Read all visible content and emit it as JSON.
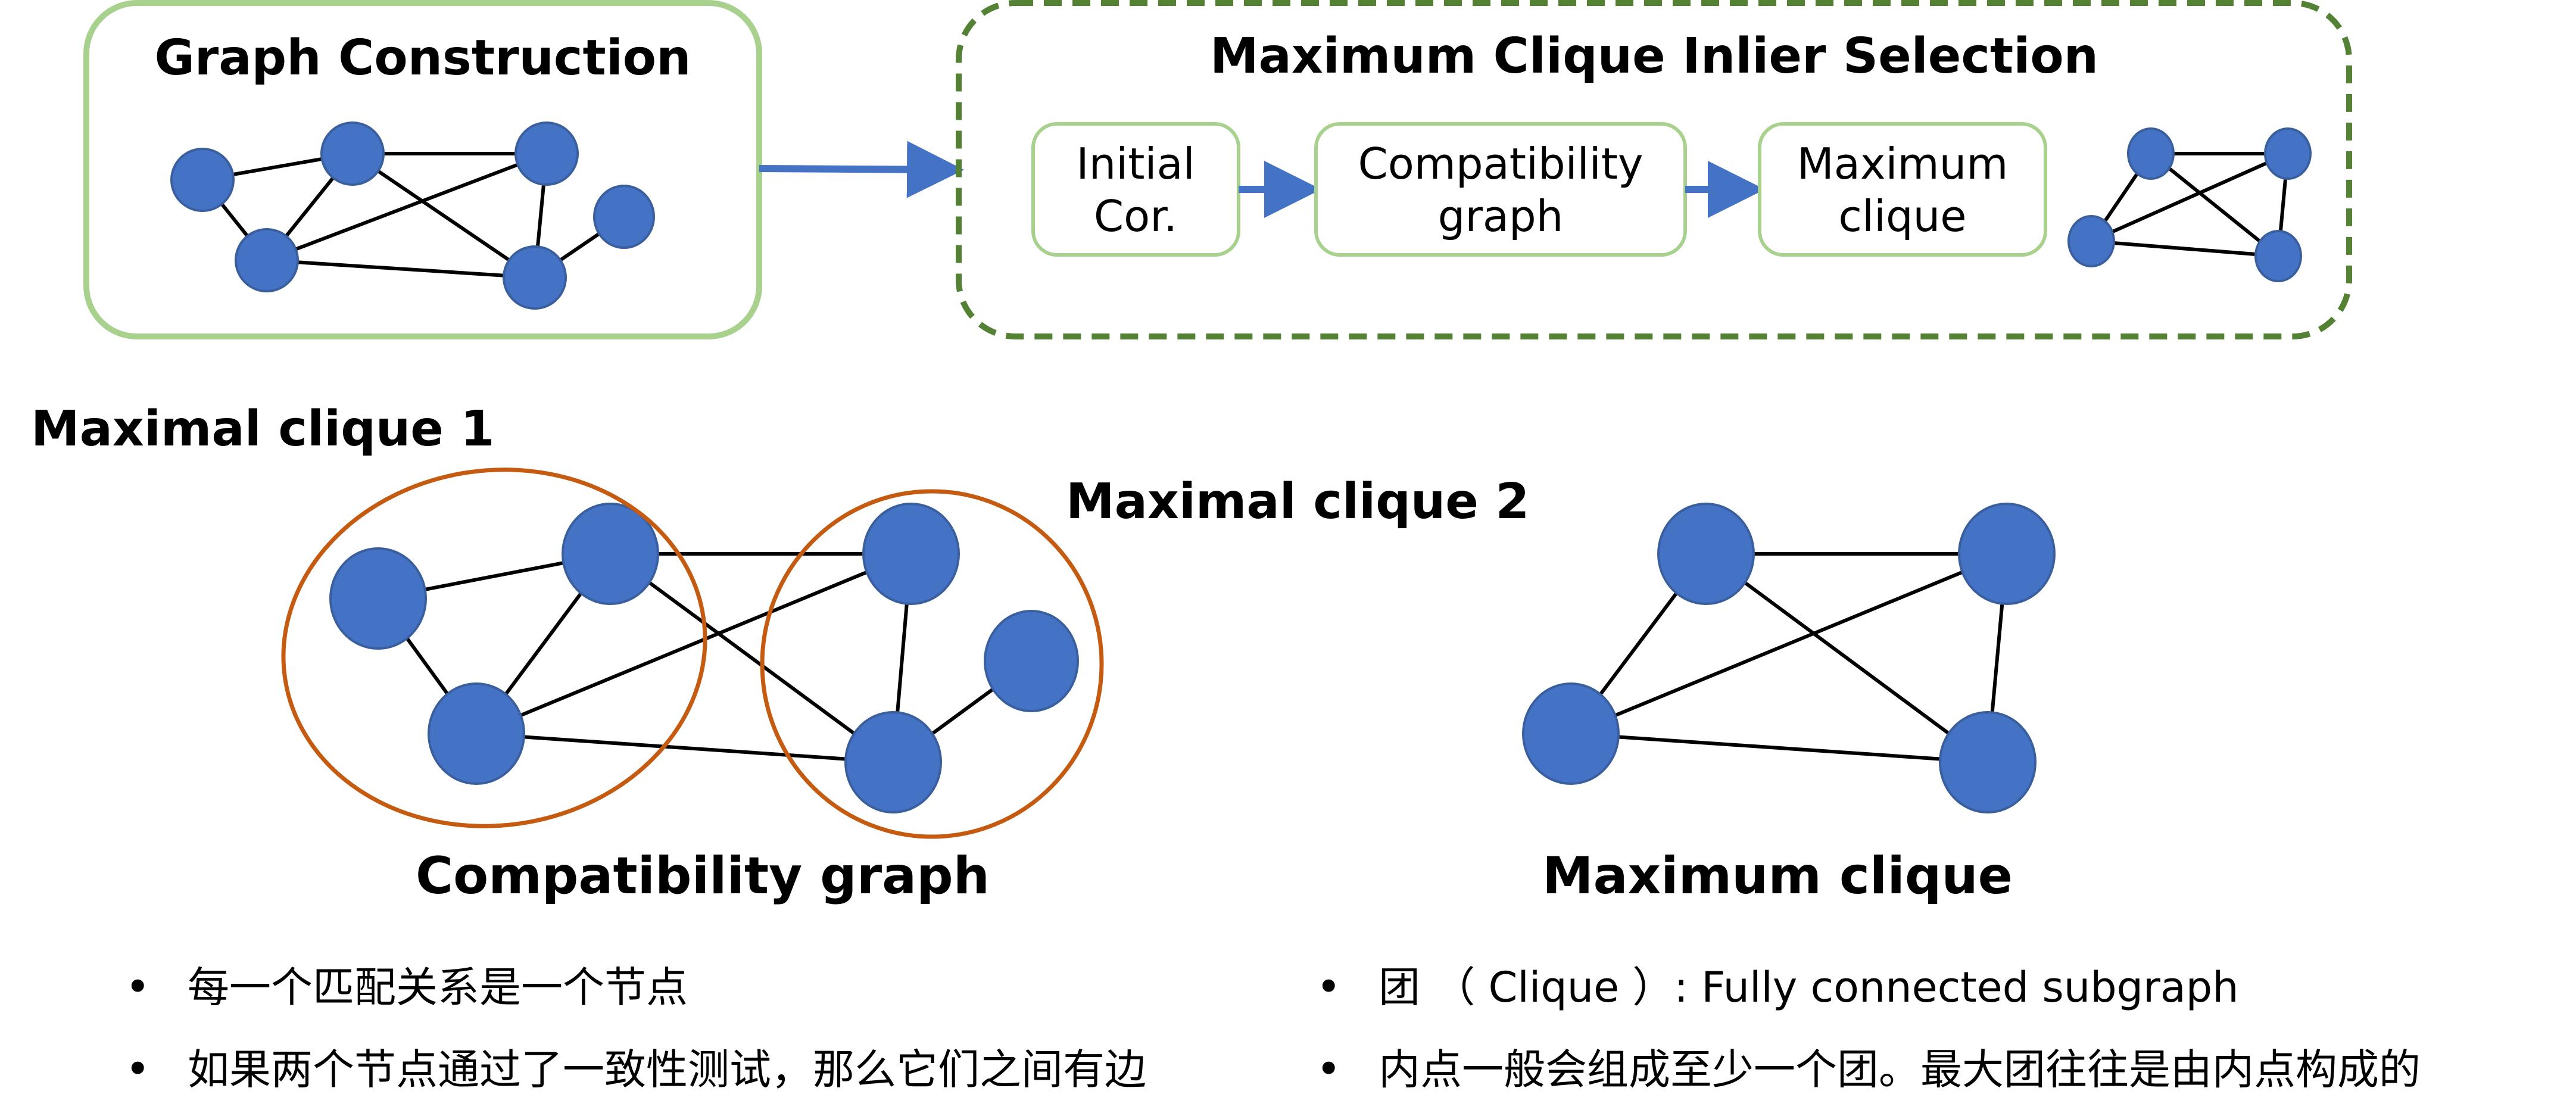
{
  "graph_construction": {
    "title": "Graph Construction"
  },
  "max_clique_selection": {
    "title": "Maximum Clique Inlier Selection",
    "steps": [
      {
        "line1": "Initial",
        "line2": "Cor."
      },
      {
        "line1": "Compatibility",
        "line2": "graph"
      },
      {
        "line1": "Maximum",
        "line2": "clique"
      }
    ]
  },
  "labels": {
    "maximal_clique_1": "Maximal clique 1",
    "maximal_clique_2": "Maximal clique 2",
    "compatibility_graph": "Compatibility graph",
    "maximum_clique": "Maximum clique"
  },
  "bullets_left": [
    "每一个匹配关系是一个节点",
    "如果两个节点通过了一致性测试，那么它们之间有边"
  ],
  "bullets_right": [
    "团 （ Clique ）: Fully connected subgraph",
    "内点一般会组成至少一个团。最大团往往是由内点构成的"
  ],
  "bullet_symbol": "•",
  "colors": {
    "node": "#4472c4",
    "green_box": "#a9d18e",
    "dashed_box": "#548235",
    "arrow": "#4472c4",
    "clique_ellipse": "#c55a11"
  }
}
